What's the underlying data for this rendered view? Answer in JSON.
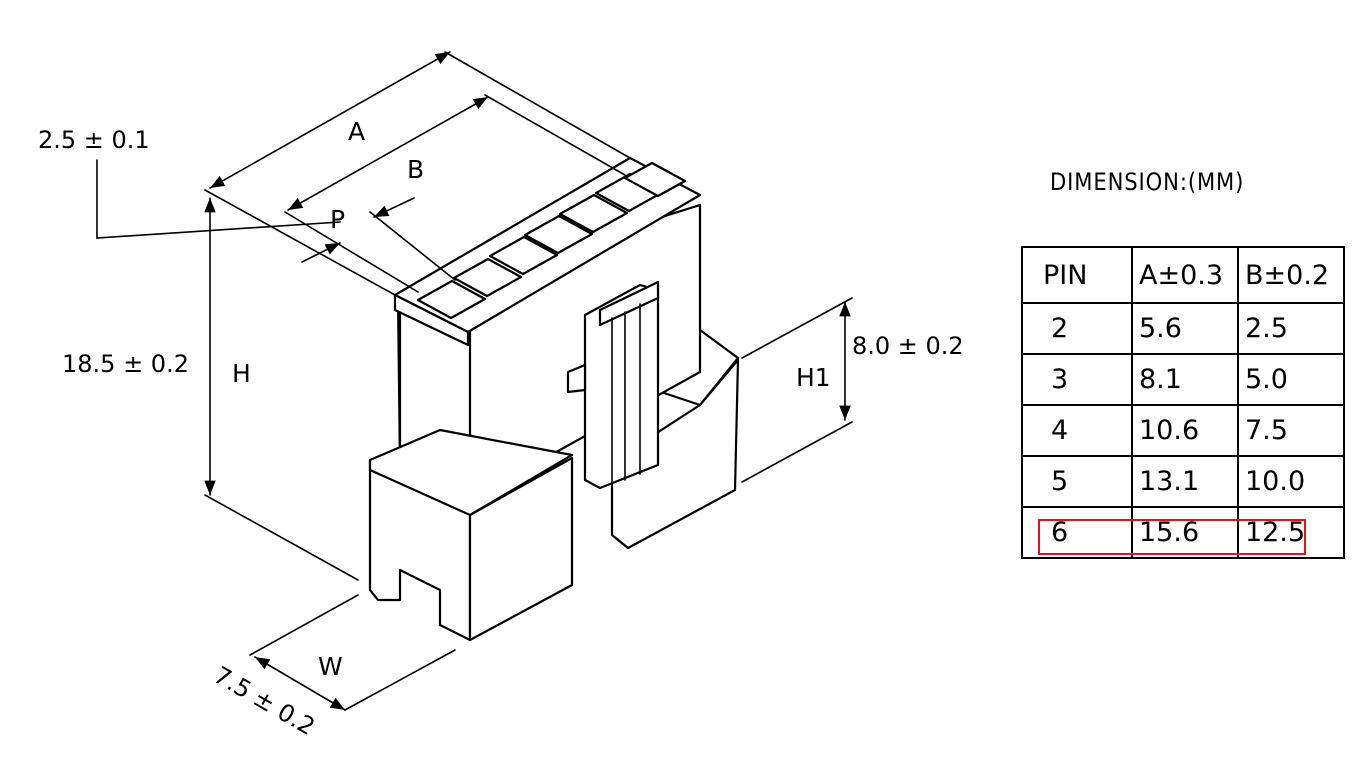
{
  "labels": {
    "a": "A",
    "b": "B",
    "p": "P",
    "h": "H",
    "h1": "H1",
    "w": "W"
  },
  "dimensions": {
    "pitch": "2.5 ± 0.1",
    "height": "18.5 ± 0.2",
    "h1": "8.0 ± 0.2",
    "width": "7.5 ± 0.2"
  },
  "table": {
    "title": "DIMENSIΟN:(MM)",
    "headers": [
      "PIN",
      "A±0.3",
      "B±0.2"
    ],
    "rows": [
      [
        "2",
        "5.6",
        "2.5"
      ],
      [
        "3",
        "8.1",
        "5.0"
      ],
      [
        "4",
        "10.6",
        "7.5"
      ],
      [
        "5",
        "13.1",
        "10.0"
      ],
      [
        "6",
        "15.6",
        "12.5"
      ]
    ],
    "highlighted_pin": "6",
    "highlight_color": "#e0121b"
  }
}
